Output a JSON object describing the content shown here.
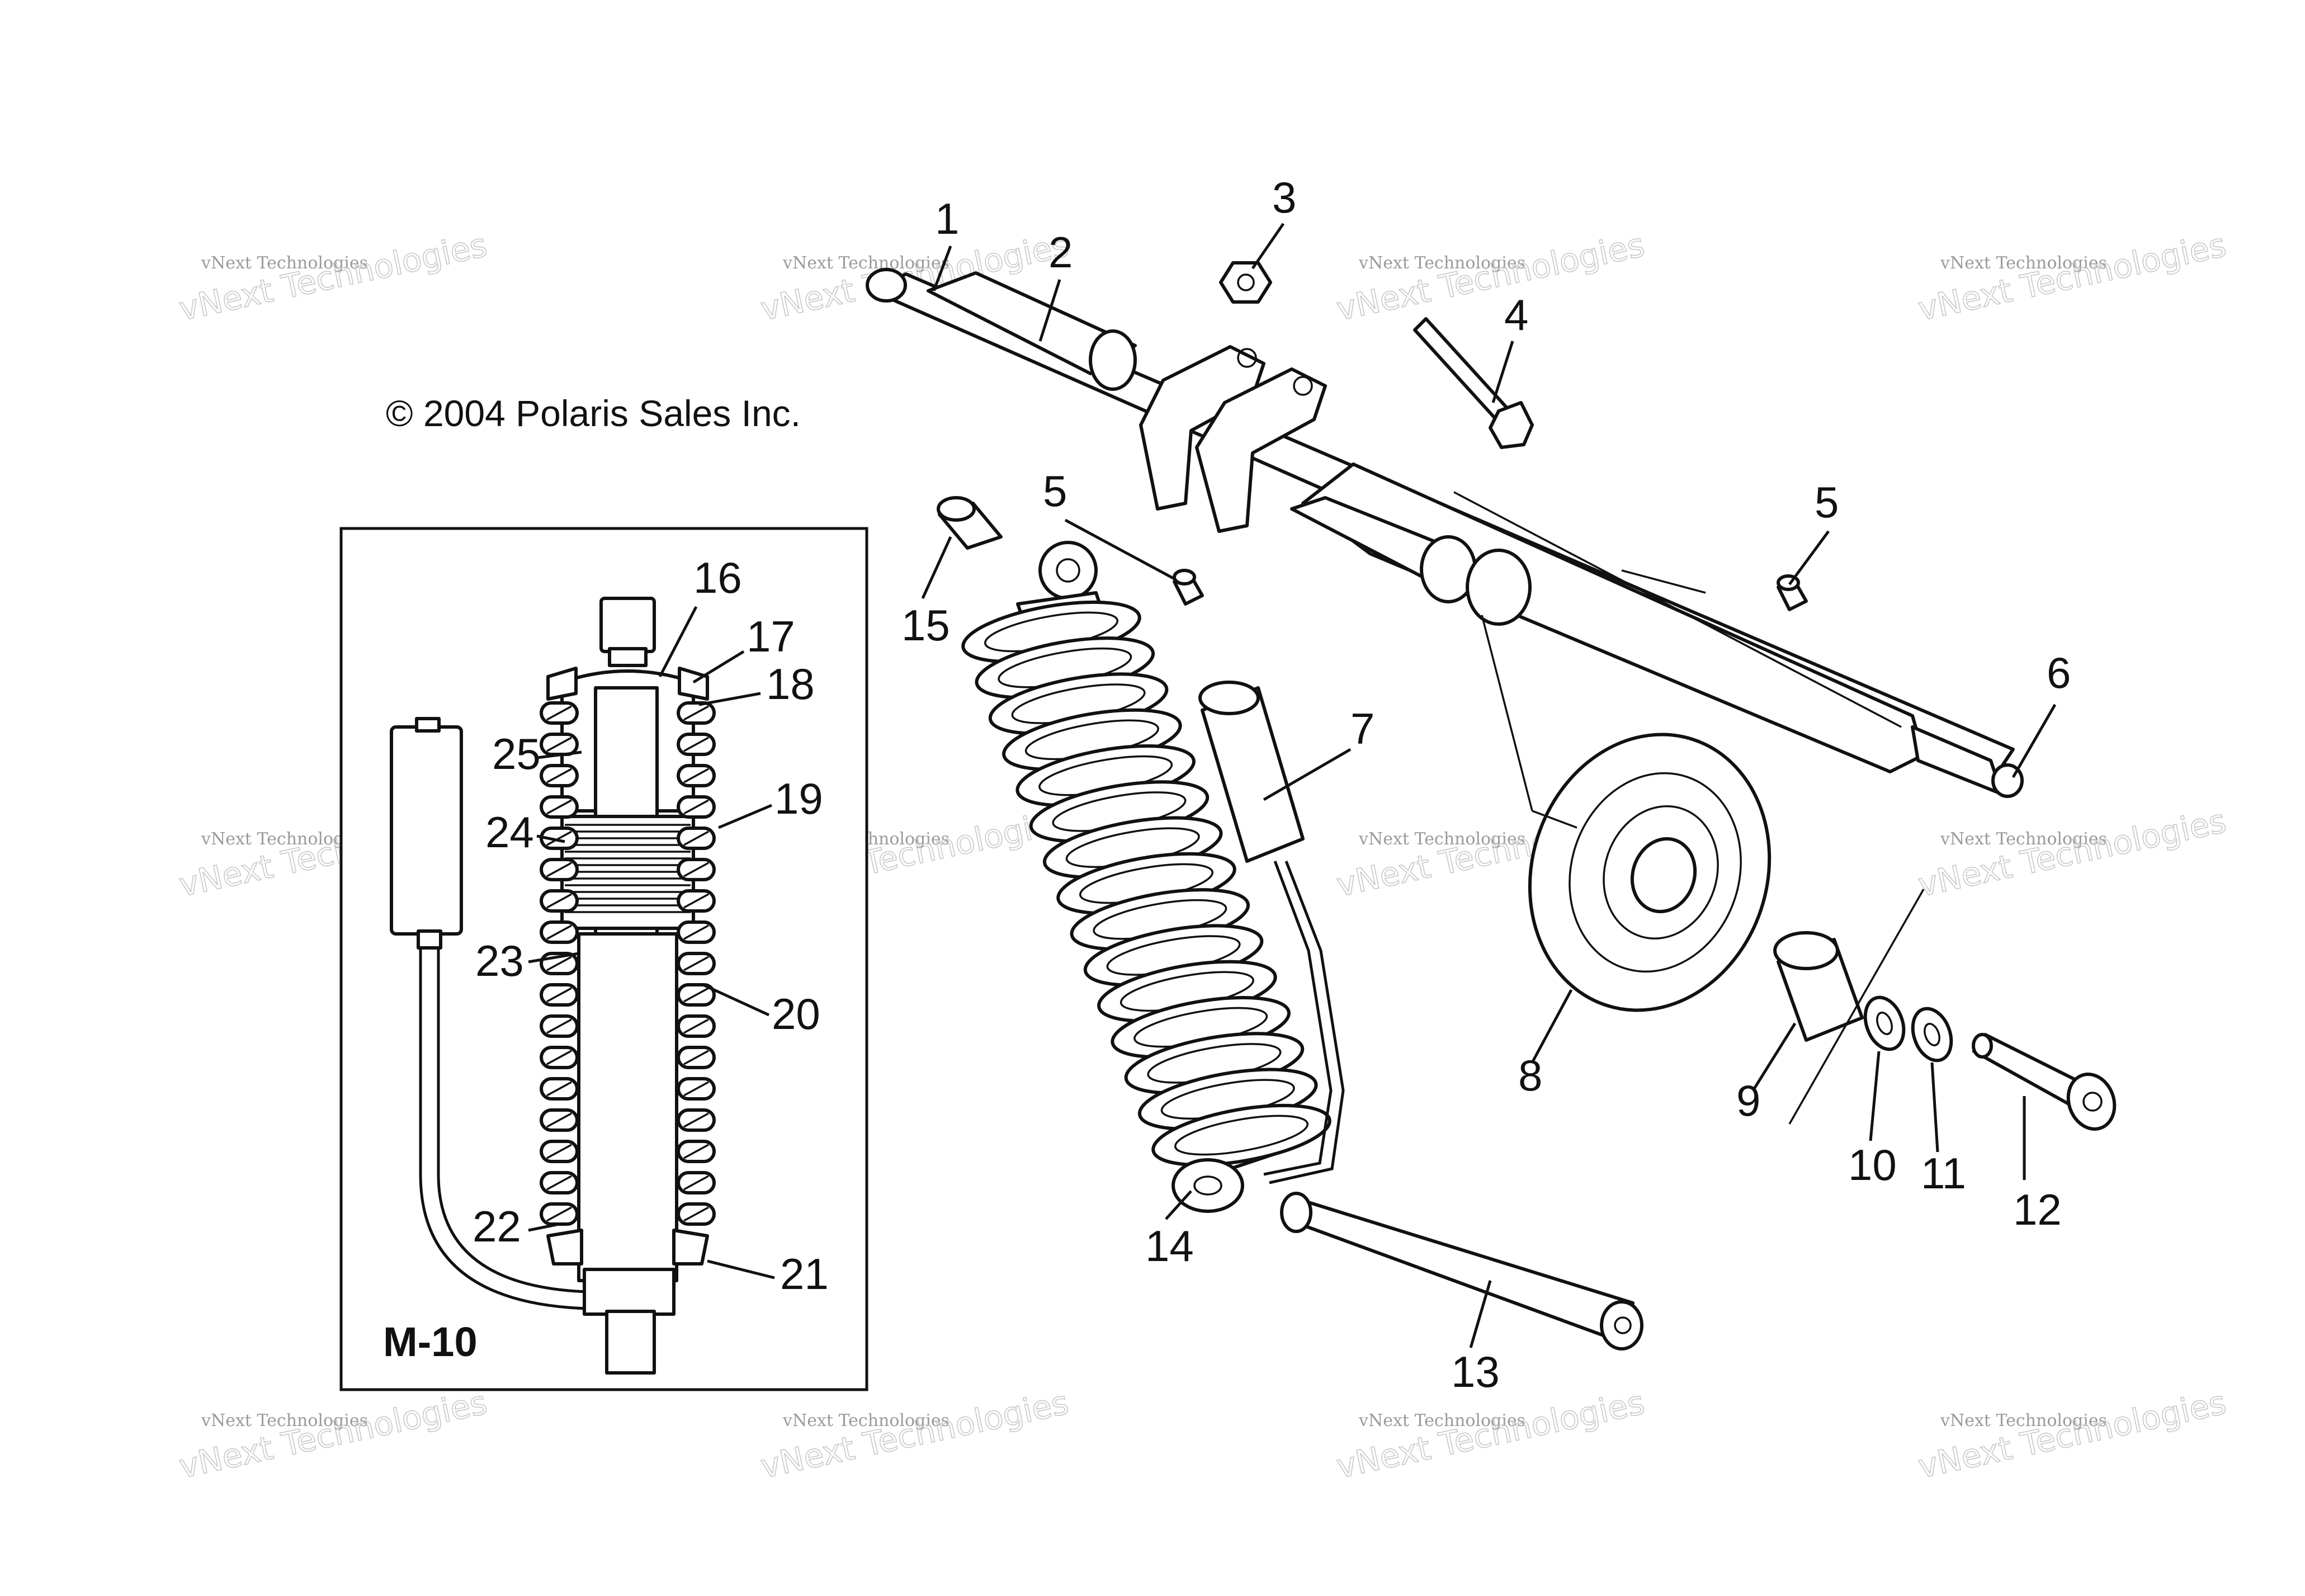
{
  "copyright": "© 2004 Polaris Sales Inc.",
  "inset": {
    "label": "M-10"
  },
  "watermark": {
    "line1": "vNext Technologies",
    "line2": "vNext Technologies"
  },
  "callouts": [
    {
      "id": "c1",
      "text": "1"
    },
    {
      "id": "c2",
      "text": "2"
    },
    {
      "id": "c3",
      "text": "3"
    },
    {
      "id": "c4",
      "text": "4"
    },
    {
      "id": "c5a",
      "text": "5"
    },
    {
      "id": "c5b",
      "text": "5"
    },
    {
      "id": "c6",
      "text": "6"
    },
    {
      "id": "c7",
      "text": "7"
    },
    {
      "id": "c8",
      "text": "8"
    },
    {
      "id": "c9",
      "text": "9"
    },
    {
      "id": "c10",
      "text": "10"
    },
    {
      "id": "c11",
      "text": "11"
    },
    {
      "id": "c12",
      "text": "12"
    },
    {
      "id": "c13",
      "text": "13"
    },
    {
      "id": "c14",
      "text": "14"
    },
    {
      "id": "c15",
      "text": "15"
    },
    {
      "id": "c16",
      "text": "16"
    },
    {
      "id": "c17",
      "text": "17"
    },
    {
      "id": "c18",
      "text": "18"
    },
    {
      "id": "c19",
      "text": "19"
    },
    {
      "id": "c20",
      "text": "20"
    },
    {
      "id": "c21",
      "text": "21"
    },
    {
      "id": "c22",
      "text": "22"
    },
    {
      "id": "c23",
      "text": "23"
    },
    {
      "id": "c24",
      "text": "24"
    },
    {
      "id": "c25",
      "text": "25"
    }
  ]
}
